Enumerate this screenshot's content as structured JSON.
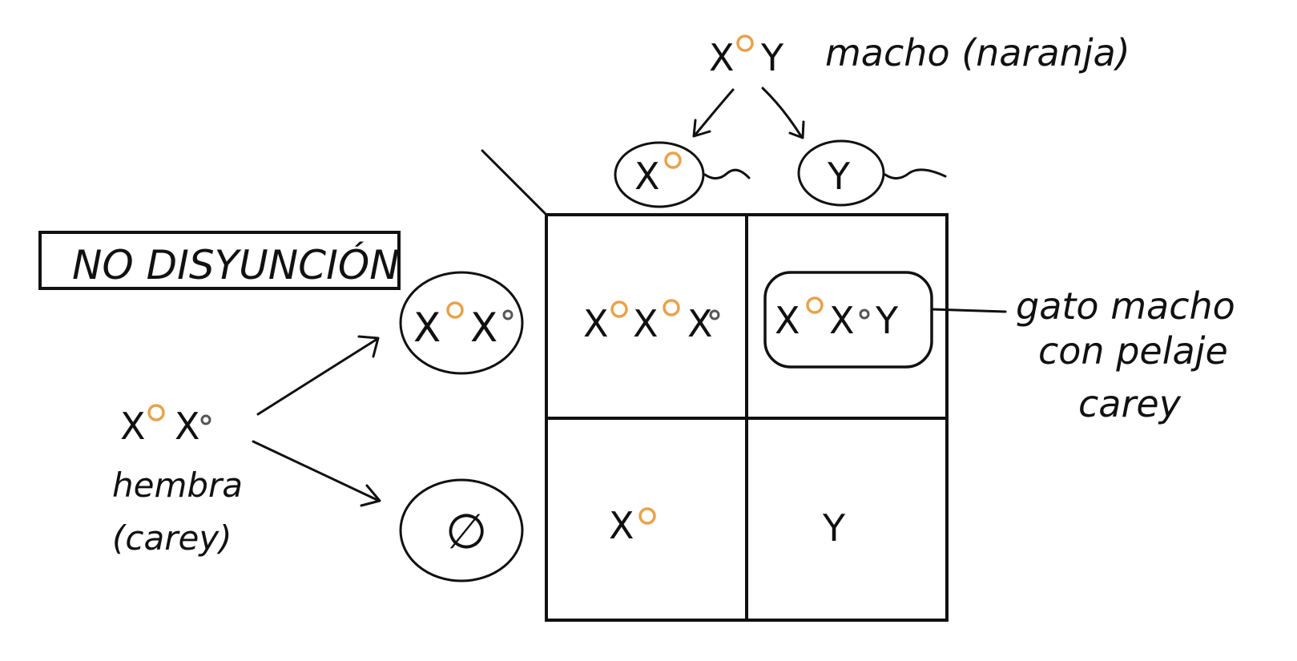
{
  "colors": {
    "ink": "#111111",
    "orange_allele": "#E8A24A",
    "black_allele": "#555555",
    "background": "#ffffff"
  },
  "title_box": {
    "label": "NO DISYUNCIÓN"
  },
  "male_parent": {
    "x_letter": "X",
    "y_letter": "Y",
    "label": "macho (naranja)",
    "x_allele": "orange"
  },
  "female_parent": {
    "x1_letter": "X",
    "x2_letter": "X",
    "label_line1": "hembra",
    "label_line2": "(carey)",
    "x1_allele": "orange",
    "x2_allele": "black"
  },
  "male_gametes": [
    {
      "letter": "X",
      "allele": "orange"
    },
    {
      "letter": "Y"
    }
  ],
  "female_gametes": [
    {
      "letters": [
        "X",
        "X"
      ],
      "alleles": [
        "orange",
        "black"
      ]
    },
    {
      "symbol": "∅"
    }
  ],
  "punnett_cells": [
    {
      "row": 0,
      "col": 0,
      "letters": [
        "X",
        "X",
        "X"
      ],
      "alleles": [
        "orange",
        "orange",
        "black"
      ]
    },
    {
      "row": 0,
      "col": 1,
      "letters": [
        "X",
        "X",
        "Y"
      ],
      "alleles": [
        "orange",
        "black",
        null
      ],
      "highlighted": true
    },
    {
      "row": 1,
      "col": 0,
      "letters": [
        "X"
      ],
      "alleles": [
        "orange"
      ]
    },
    {
      "row": 1,
      "col": 1,
      "letters": [
        "Y"
      ],
      "alleles": [
        null
      ]
    }
  ],
  "annotation": {
    "line1": "gato macho",
    "line2": "con pelaje",
    "line3": "carey"
  }
}
